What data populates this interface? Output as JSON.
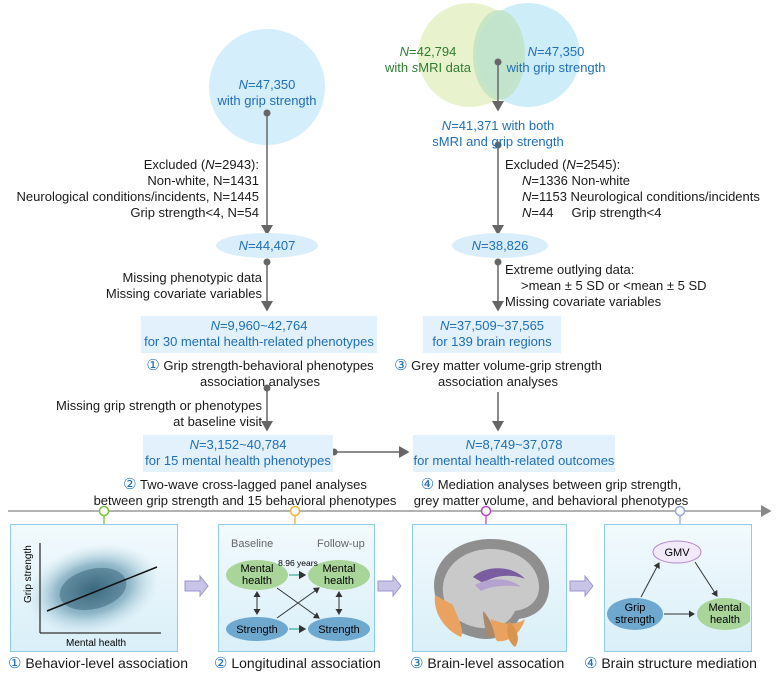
{
  "left": {
    "start": {
      "n": "N",
      "value": "=47,350",
      "sub": "with grip strength"
    },
    "excluded": {
      "head": "Excluded (",
      "head_n": "N",
      "head_val": "=2943):",
      "lines": [
        "Non-white, N=1431",
        "Neurological conditions/incidents, N=1445",
        "Grip strength<4, N=54"
      ]
    },
    "n2": "=44,407",
    "missing1": [
      "Missing phenotypic data",
      "Missing covariate variables"
    ],
    "box1": {
      "value": "=9,960~42,764",
      "sub": "for 30 mental health-related phenotypes"
    },
    "analysis1": {
      "num": "①",
      "lines": [
        "Grip strength-behavioral phenotypes",
        "association analyses"
      ]
    },
    "missing2": [
      "Missing grip strength or phenotypes",
      "at baseline visit"
    ],
    "box2": {
      "value": "=3,152~40,784",
      "sub": "for 15 mental health phenotypes"
    },
    "analysis2": {
      "num": "②",
      "lines": [
        "Two-wave cross-lagged panel analyses",
        "between grip strength and 15 behavioral phenotypes"
      ]
    }
  },
  "right": {
    "venn_a": {
      "value": "=42,794",
      "sub_pre": "with ",
      "sub_s": "s",
      "sub_post": "MRI data"
    },
    "venn_b": {
      "value": "=47,350",
      "sub": "with grip strength"
    },
    "both": {
      "value": "=41,371 with both",
      "sub": "sMRI and grip strength"
    },
    "excluded": {
      "head": "Excluded (",
      "head_n": "N",
      "head_val": "=2545):",
      "lines": [
        {
          "n": "N",
          "rest": "=1336 Non-white"
        },
        {
          "n": "N",
          "rest": "=1153 Neurological conditions/incidents"
        },
        {
          "n": "N",
          "rest": "=44     Grip strength<4"
        }
      ]
    },
    "n2": "=38,826",
    "extreme": [
      "Extreme outlying data:",
      ">mean ± 5 SD or <mean ± 5 SD",
      "Missing covariate variables"
    ],
    "box1": {
      "value": "=37,509~37,565",
      "sub": "for 139 brain regions"
    },
    "analysis3": {
      "num": "③",
      "lines": [
        "Grey matter volume-grip strength",
        "association analyses"
      ]
    },
    "box2": {
      "value": "=8,749~37,078",
      "sub": "for mental health-related outcomes"
    },
    "analysis4": {
      "num": "④",
      "lines": [
        "Mediation analyses between grip strength,",
        "grey matter volume, and behavioral phenotypes"
      ]
    }
  },
  "panels": {
    "p1": {
      "ylabel": "Grip strength",
      "xlabel": "Mental health"
    },
    "p2": {
      "baseline": "Baseline",
      "followup": "Follow-up",
      "years": "8.96 years",
      "mh": [
        "Mental",
        "health"
      ],
      "strength": "Strength"
    },
    "p4": {
      "gmv": "GMV",
      "grip": [
        "Grip",
        "strength"
      ],
      "mh": [
        "Mental",
        "health"
      ]
    }
  },
  "captions": [
    {
      "num": "①",
      "text": "Behavior-level association"
    },
    {
      "num": "②",
      "text": "Longitudinal association"
    },
    {
      "num": "③",
      "text": "Brain-level assocation"
    },
    {
      "num": "④",
      "text": "Brain structure mediation"
    }
  ],
  "colors": {
    "blue": "#1f6fb5",
    "green": "#2e7d32",
    "panel_border": "#8fcde4"
  }
}
